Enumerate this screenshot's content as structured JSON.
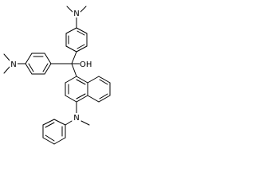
{
  "structure": {
    "labels": {
      "n_top": "N",
      "n_left": "N",
      "n_bottom": "N",
      "oh": "OH"
    },
    "colors": {
      "bond": "#000000",
      "text": "#000000",
      "background": "#ffffff"
    }
  }
}
